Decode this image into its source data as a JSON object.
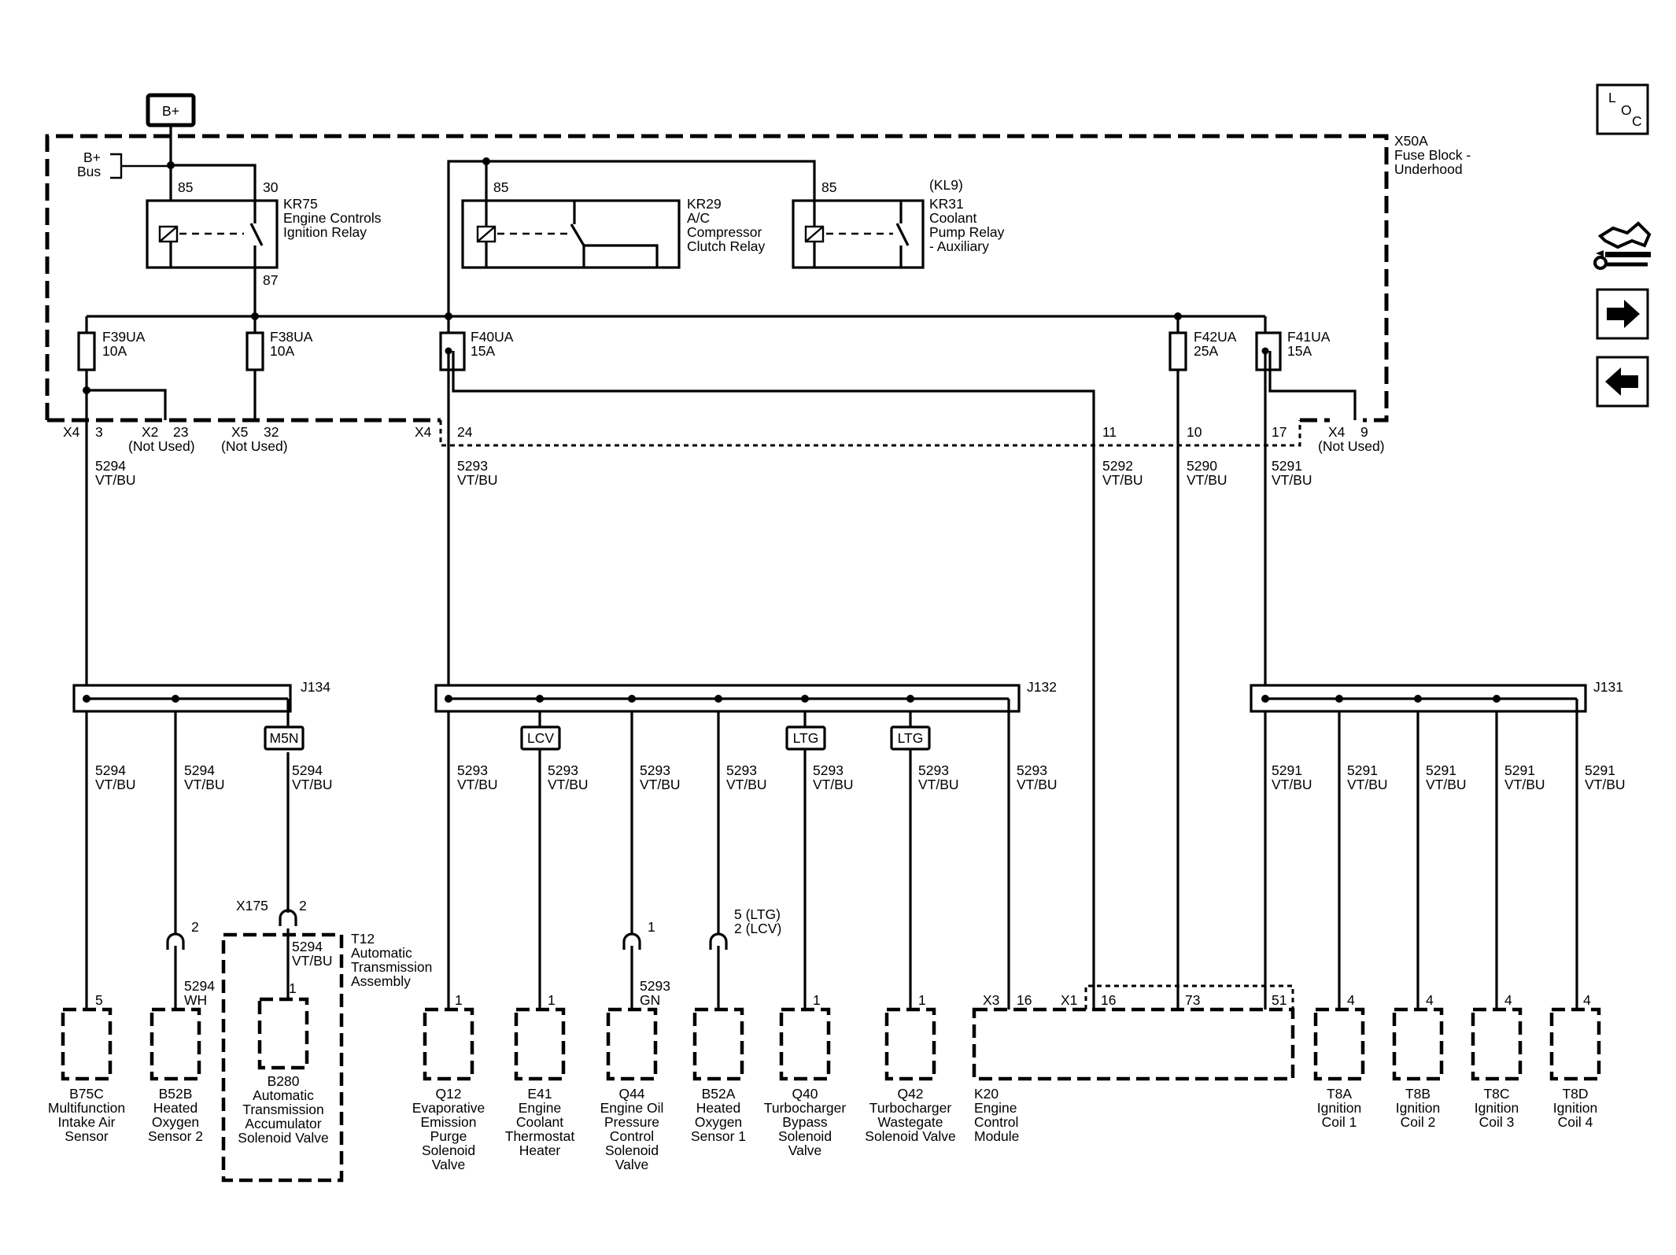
{
  "supply": {
    "label": "B+",
    "bus_label": [
      "B+",
      "Bus"
    ]
  },
  "fuse_block": {
    "id": "X50A",
    "desc": [
      "Fuse Block -",
      "Underhood"
    ]
  },
  "relays": [
    {
      "id": "KR75",
      "desc": [
        "Engine Controls",
        "Ignition Relay"
      ],
      "pin_coil": "85",
      "pin_sw": "30",
      "pin_out": "87"
    },
    {
      "id": "KR29",
      "desc": [
        "A/C",
        "Compressor",
        "Clutch Relay"
      ],
      "pin_coil": "85"
    },
    {
      "id": "KR31",
      "note": "(KL9)",
      "desc": [
        "Coolant",
        "Pump Relay",
        "- Auxiliary"
      ],
      "pin_coil": "85"
    }
  ],
  "fuses": [
    {
      "id": "F39UA",
      "rating": "10A"
    },
    {
      "id": "F38UA",
      "rating": "10A"
    },
    {
      "id": "F40UA",
      "rating": "15A"
    },
    {
      "id": "F42UA",
      "rating": "25A"
    },
    {
      "id": "F41UA",
      "rating": "15A"
    }
  ],
  "block_pins": {
    "x4_3": {
      "conn": "X4",
      "pin": "3"
    },
    "x2_23": {
      "conn": "X2",
      "pin": "23",
      "note": "(Not Used)"
    },
    "x5_32": {
      "conn": "X5",
      "pin": "32",
      "note": "(Not Used)"
    },
    "x4_24": {
      "conn": "X4",
      "pin": "24"
    },
    "p11": "11",
    "p10": "10",
    "p17": "17",
    "x4_9": {
      "conn": "X4",
      "pin": "9",
      "note": "(Not Used)"
    }
  },
  "upper_wires": [
    {
      "circuit": "5294",
      "color": "VT/BU"
    },
    {
      "circuit": "5293",
      "color": "VT/BU"
    },
    {
      "circuit": "5292",
      "color": "VT/BU"
    },
    {
      "circuit": "5290",
      "color": "VT/BU"
    },
    {
      "circuit": "5291",
      "color": "VT/BU"
    }
  ],
  "splices": [
    "J134",
    "J132",
    "J131"
  ],
  "connector_tags": [
    "M5N",
    "LCV",
    "LTG",
    "LTG"
  ],
  "lower_wires": {
    "j134": [
      {
        "circuit": "5294",
        "color": "VT/BU"
      },
      {
        "circuit": "5294",
        "color": "VT/BU"
      },
      {
        "circuit": "5294",
        "color": "VT/BU"
      }
    ],
    "j132": [
      {
        "circuit": "5293",
        "color": "VT/BU"
      },
      {
        "circuit": "5293",
        "color": "VT/BU"
      },
      {
        "circuit": "5293",
        "color": "VT/BU"
      },
      {
        "circuit": "5293",
        "color": "VT/BU"
      },
      {
        "circuit": "5293",
        "color": "VT/BU"
      },
      {
        "circuit": "5293",
        "color": "VT/BU"
      },
      {
        "circuit": "5293",
        "color": "VT/BU"
      }
    ],
    "j131": [
      {
        "circuit": "5291",
        "color": "VT/BU"
      },
      {
        "circuit": "5291",
        "color": "VT/BU"
      },
      {
        "circuit": "5291",
        "color": "VT/BU"
      },
      {
        "circuit": "5291",
        "color": "VT/BU"
      },
      {
        "circuit": "5291",
        "color": "VT/BU"
      }
    ]
  },
  "inline_connectors": {
    "b52b_pin": "2",
    "x175": {
      "conn": "X175",
      "pin": "2"
    },
    "q44_pin": "1",
    "b52a_pins": [
      "5 (LTG)",
      "2 (LCV)"
    ]
  },
  "secondary_wires": [
    {
      "circuit": "5294",
      "color": "WH"
    },
    {
      "circuit": "5294",
      "color": "VT/BU"
    },
    {
      "circuit": "5293",
      "color": "GN"
    }
  ],
  "assembly": {
    "id": "T12",
    "desc": [
      "Automatic",
      "Transmission",
      "Assembly"
    ]
  },
  "components": [
    {
      "pin": "5",
      "lines": [
        "B75C",
        "Multifunction",
        "Intake Air",
        "Sensor"
      ]
    },
    {
      "pin": "",
      "lines": [
        "B52B",
        "Heated",
        "Oxygen",
        "Sensor 2"
      ]
    },
    {
      "pin": "1",
      "lines": [
        "B280",
        "Automatic",
        "Transmission",
        "Accumulator",
        "Solenoid Valve"
      ]
    },
    {
      "pin": "1",
      "lines": [
        "Q12",
        "Evaporative",
        "Emission",
        "Purge",
        "Solenoid",
        "Valve"
      ]
    },
    {
      "pin": "1",
      "lines": [
        "E41",
        "Engine",
        "Coolant",
        "Thermostat",
        "Heater"
      ]
    },
    {
      "pin": "",
      "lines": [
        "Q44",
        "Engine Oil",
        "Pressure",
        "Control",
        "Solenoid",
        "Valve"
      ]
    },
    {
      "pin": "",
      "lines": [
        "B52A",
        "Heated",
        "Oxygen",
        "Sensor 1"
      ]
    },
    {
      "pin": "1",
      "lines": [
        "Q40",
        "Turbocharger",
        "Bypass",
        "Solenoid",
        "Valve"
      ]
    },
    {
      "pin": "1",
      "lines": [
        "Q42",
        "Turbocharger",
        "Wastegate",
        "Solenoid Valve"
      ]
    },
    {
      "pin": "",
      "lines": [
        "K20",
        "Engine",
        "Control",
        "Module"
      ]
    },
    {
      "pin": "4",
      "lines": [
        "T8A",
        "Ignition",
        "Coil 1"
      ]
    },
    {
      "pin": "4",
      "lines": [
        "T8B",
        "Ignition",
        "Coil 2"
      ]
    },
    {
      "pin": "4",
      "lines": [
        "T8C",
        "Ignition",
        "Coil 3"
      ]
    },
    {
      "pin": "4",
      "lines": [
        "T8D",
        "Ignition",
        "Coil 4"
      ]
    }
  ],
  "k20_pins": {
    "x3": "X3",
    "x3_16": "16",
    "x1": "X1",
    "x1_16": "16",
    "x1_73": "73",
    "x1_51": "51"
  },
  "nav": {
    "loc": [
      "L",
      "O",
      "C"
    ],
    "icons": [
      "connector-end-view-icon",
      "next-arrow-icon",
      "back-arrow-icon"
    ]
  }
}
